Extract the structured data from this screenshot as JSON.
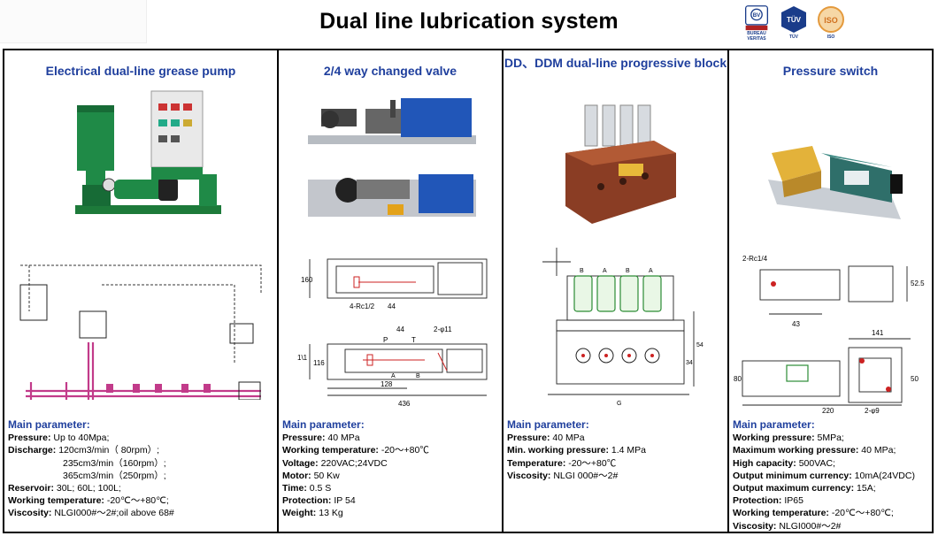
{
  "title": "Dual line lubrication system",
  "logos": [
    {
      "icon": "bureau-veritas-logo-icon",
      "caption": "BUREAU VERITAS"
    },
    {
      "icon": "tuv-logo-icon",
      "caption": "TÜV"
    },
    {
      "icon": "iso-logo-icon",
      "caption": "ISO"
    }
  ],
  "columns": [
    {
      "title": "Electrical dual-line grease pump",
      "params_heading": "Main parameter:",
      "params": [
        {
          "label": "Pressure:",
          "value": " Up to 40Mpa;"
        },
        {
          "label": "Discharge:",
          "value": " 120cm3/min（ 80rpm）;"
        },
        {
          "label": "",
          "value": "235cm3/min（160rpm）;"
        },
        {
          "label": "",
          "value": "365cm3/min（250rpm）;"
        },
        {
          "label": "Reservoir:",
          "value": " 30L; 60L; 100L;"
        },
        {
          "label": "Working temperature:",
          "value": " -20℃～+80℃;"
        },
        {
          "label": "Viscosity:",
          "value": " NLGI000#～2#;oil above 68#"
        }
      ]
    },
    {
      "title": "2/4 way changed valve",
      "params_heading": "Main parameter:",
      "params": [
        {
          "label": "Pressure:",
          "value": " 40 MPa"
        },
        {
          "label": "Working temperature:",
          "value": " -20～+80℃"
        },
        {
          "label": "Voltage:",
          "value": " 220VAC;24VDC"
        },
        {
          "label": "Motor:",
          "value": " 50 Kw"
        },
        {
          "label": "Time:",
          "value": " 0.5 S"
        },
        {
          "label": "Protection:",
          "value": " IP 54"
        },
        {
          "label": "Weight:",
          "value": " 13 Kg"
        }
      ],
      "drawing_labels": [
        "160",
        "4-Rc1/2",
        "44",
        "44",
        "2-φ11",
        "P",
        "T",
        "128",
        "436",
        "1\\1",
        "116",
        "A",
        "B"
      ]
    },
    {
      "title": "DD、DDM dual-line progressive block",
      "params_heading": "Main parameter:",
      "params": [
        {
          "label": "Pressure:",
          "value": " 40 MPa"
        },
        {
          "label": "Min. working pressure:",
          "value": " 1.4 MPa"
        },
        {
          "label": "Temperature:",
          "value": " -20～+80℃"
        },
        {
          "label": "Viscosity:",
          "value": " NLGI 000#～2#"
        }
      ],
      "drawing_labels": [
        "B",
        "A",
        "B",
        "A",
        "54",
        "34",
        "G"
      ]
    },
    {
      "title": "Pressure switch",
      "params_heading": "Main parameter:",
      "params": [
        {
          "label": "Working pressure:",
          "value": " 5MPa;"
        },
        {
          "label": "Maximum working pressure:",
          "value": " 40 MPa;"
        },
        {
          "label": "High capacity:",
          "value": " 500VAC;"
        },
        {
          "label": "Output minimum currency:",
          "value": " 10mA(24VDC)"
        },
        {
          "label": "Output maximum currency:",
          "value": " 15A;"
        },
        {
          "label": "Protection:",
          "value": " IP65"
        },
        {
          "label": "Working temperature:",
          "value": " -20℃～+80℃;"
        },
        {
          "label": "Viscosity:",
          "value": " NLGI000#～2#"
        }
      ],
      "drawing_labels": [
        "2-Rc1/4",
        "52.5",
        "43",
        "141",
        "80",
        "50",
        "220",
        "2-φ9"
      ]
    }
  ]
}
